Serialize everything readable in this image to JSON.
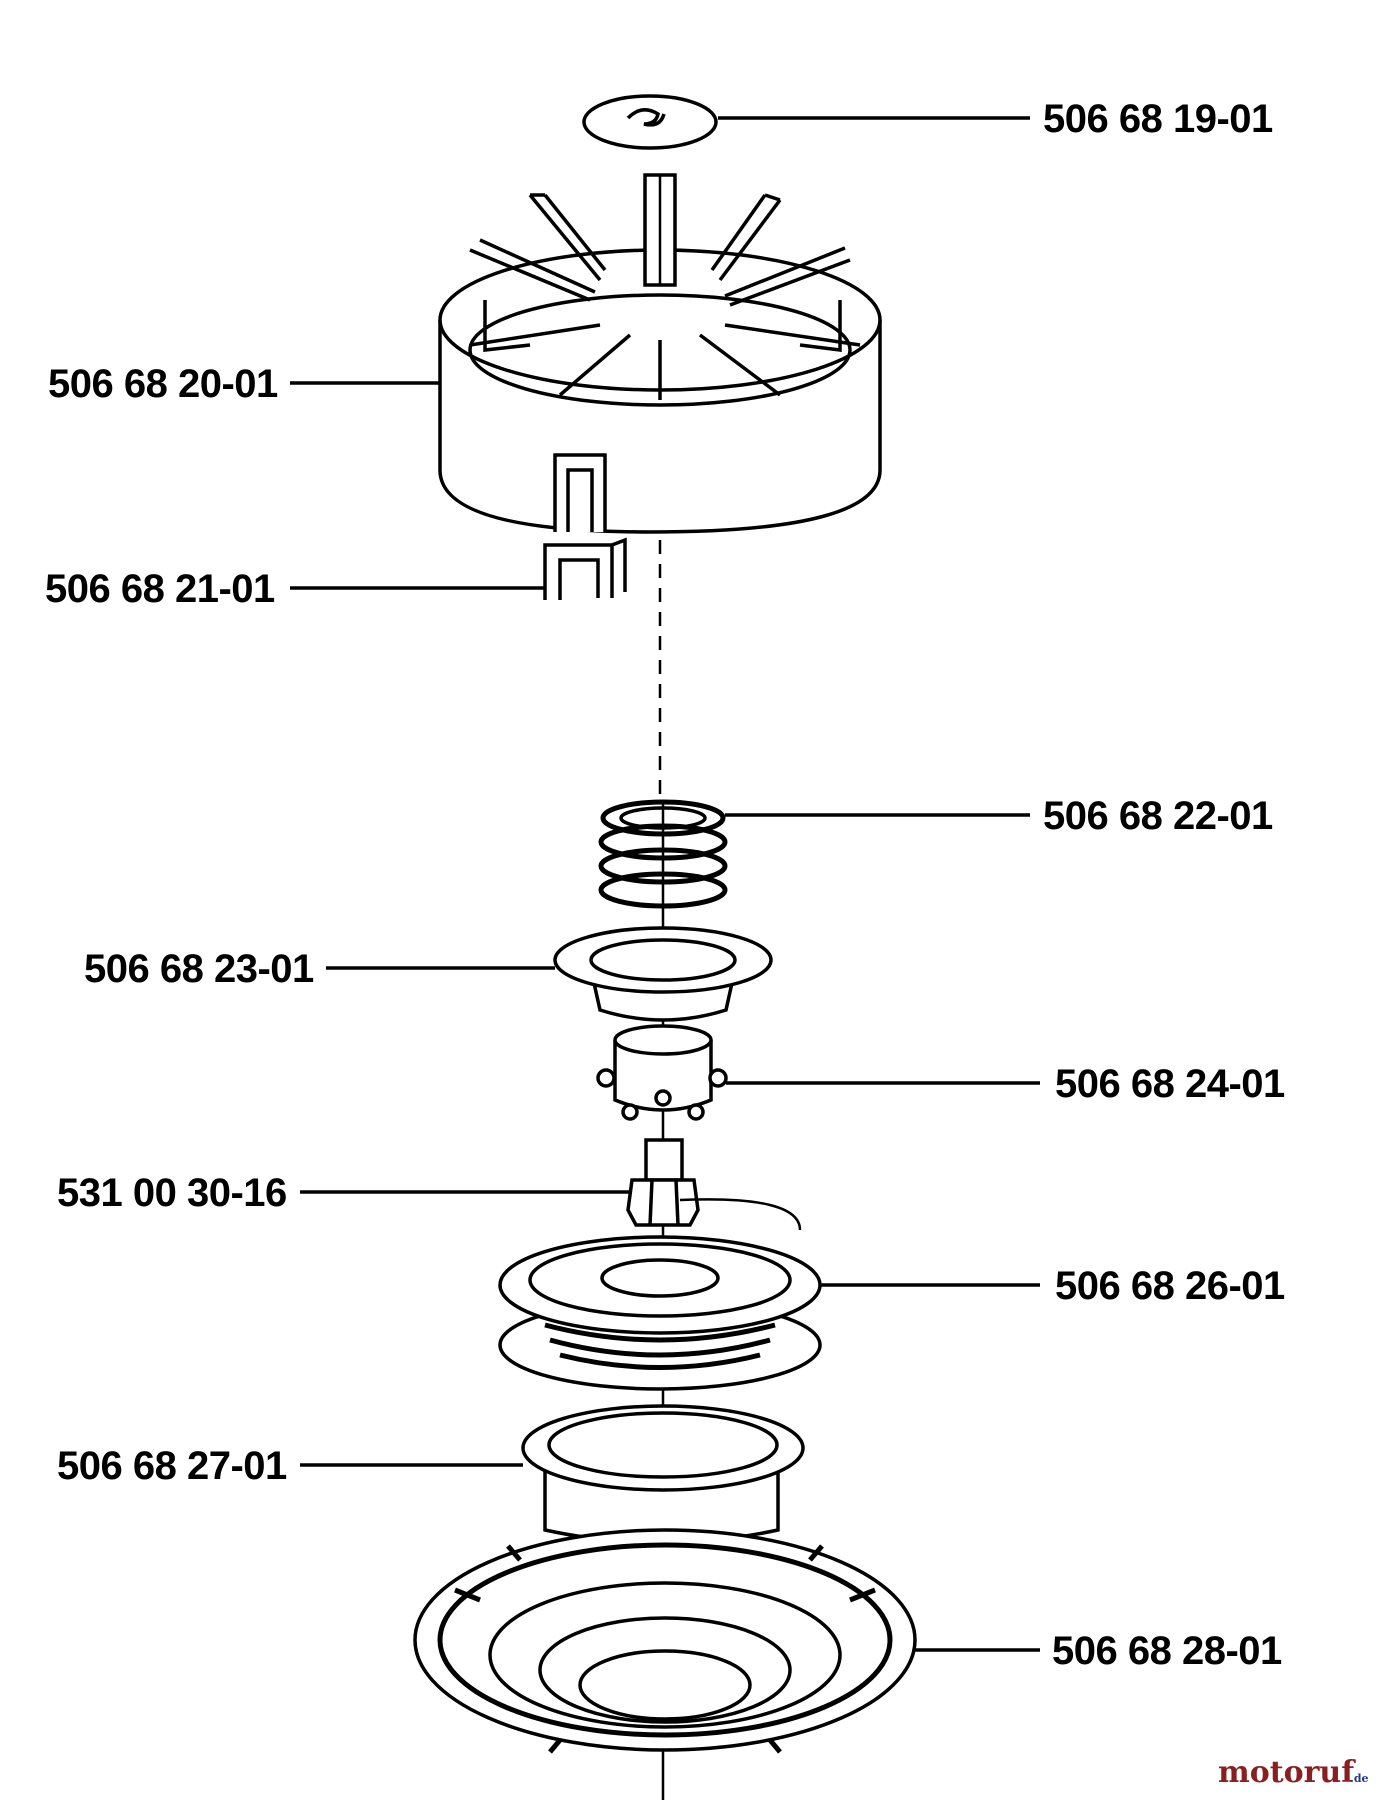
{
  "parts": [
    {
      "id": "p1",
      "number": "506 68 19-01"
    },
    {
      "id": "p2",
      "number": "506 68 20-01"
    },
    {
      "id": "p3",
      "number": "506 68 21-01"
    },
    {
      "id": "p4",
      "number": "506 68 22-01"
    },
    {
      "id": "p5",
      "number": "506 68 23-01"
    },
    {
      "id": "p6",
      "number": "506 68 24-01"
    },
    {
      "id": "p7",
      "number": "531 00 30-16"
    },
    {
      "id": "p8",
      "number": "506 68 26-01"
    },
    {
      "id": "p9",
      "number": "506 68 27-01"
    },
    {
      "id": "p10",
      "number": "506 68 28-01"
    }
  ],
  "watermark": {
    "brand": "motoruf",
    "suffix": ".de"
  },
  "colors": {
    "ink": "#000000",
    "paper": "#ffffff",
    "watermark_a": "#8a1f1f",
    "watermark_b": "#1f3a8a"
  }
}
